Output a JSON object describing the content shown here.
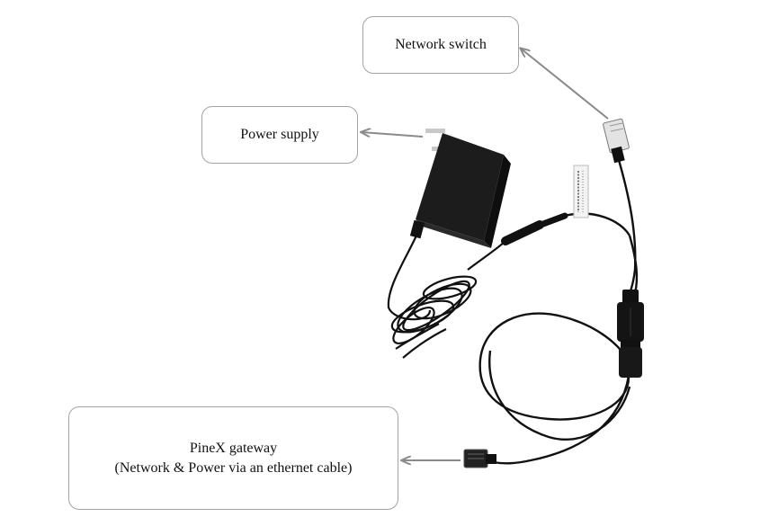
{
  "labels": {
    "network_switch": "Network switch",
    "power_supply": "Power supply",
    "gateway_line1": "PineX gateway",
    "gateway_line2": "(Network & Power via an ethernet cable)"
  },
  "colors": {
    "arrow": "#8a8a8a",
    "box_border": "#a3a3a3",
    "device": "#1c1c1c",
    "cable": "#111111",
    "connector": "#d9d9d9"
  }
}
